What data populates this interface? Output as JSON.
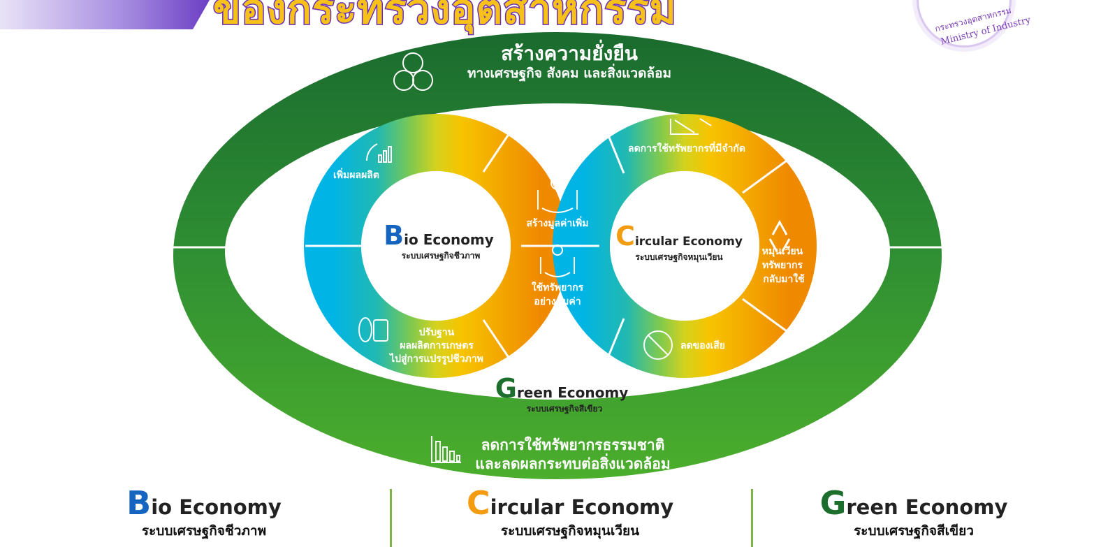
{
  "header": {
    "title": "ของกระทรวงอุตสาหกรรม"
  },
  "logo": {
    "thai_text": "กระทรวงอุตสาหกรรม",
    "english_text": "Ministry of Industry"
  },
  "outer_ring": {
    "top_title": "สร้างความยั่งยืน",
    "top_subtitle": "ทางเศรษฐกิจ สังคม และสิ่งแวดล้อม",
    "bottom_line1": "ลดการใช้ทรัพยากรธรรมชาติ",
    "bottom_line2": "และลดผลกระทบต่อสิ่งแวดล้อม"
  },
  "bio": {
    "cap": "B",
    "name_rest": "io Economy",
    "thai": "ระบบเศรษฐกิจชีวภาพ",
    "seg_top": "เพิ่มผลผลิต",
    "seg_bottom_l1": "ปรับฐาน",
    "seg_bottom_l2": "ผลผลิตการเกษตร",
    "seg_bottom_l3": "ไปสู่การแปรรูปชีวภาพ"
  },
  "circular": {
    "cap": "C",
    "name_rest": "ircular Economy",
    "thai": "ระบบเศรษฐกิจหมุนเวียน",
    "seg_top": "ลดการใช้ทรัพยากรที่มีจำกัด",
    "seg_right_l1": "หมุนเวียน",
    "seg_right_l2": "ทรัพยากร",
    "seg_right_l3": "กลับมาใช้",
    "seg_bottom": "ลดของเสีย"
  },
  "middle": {
    "top": "สร้างมูลค่าเพิ่ม",
    "bottom_l1": "ใช้ทรัพยากร",
    "bottom_l2": "อย่างคุ้มค่า"
  },
  "green": {
    "cap": "G",
    "name_rest": "reen Economy",
    "thai": "ระบบเศรษฐกิจสีเขียว"
  },
  "bottom_row": [
    {
      "cap": "B",
      "rest": "io Economy",
      "thai": "ระบบเศรษฐกิจชีวภาพ"
    },
    {
      "cap": "C",
      "rest": "ircular Economy",
      "thai": "ระบบเศรษฐกิจหมุนเวียน"
    },
    {
      "cap": "G",
      "rest": "reen Economy",
      "thai": "ระบบเศรษฐกิจสีเขียว"
    }
  ],
  "colors": {
    "bio_blue": "#1565c0",
    "circular_orange": "#f39c12",
    "green_dark": "#1b6e2c",
    "outer_green": "#1f7a34",
    "title_yellow": "#f6c21a",
    "title_purple": "#6a2fb8"
  },
  "icons": [
    "globe-people-chart-icon",
    "plant-growth-chart-icon",
    "resource-decline-icon",
    "hands-value-icon",
    "hands-plant-icon",
    "recycle-icon",
    "no-waste-icon",
    "corn-barrel-icon",
    "declining-bars-icon"
  ]
}
